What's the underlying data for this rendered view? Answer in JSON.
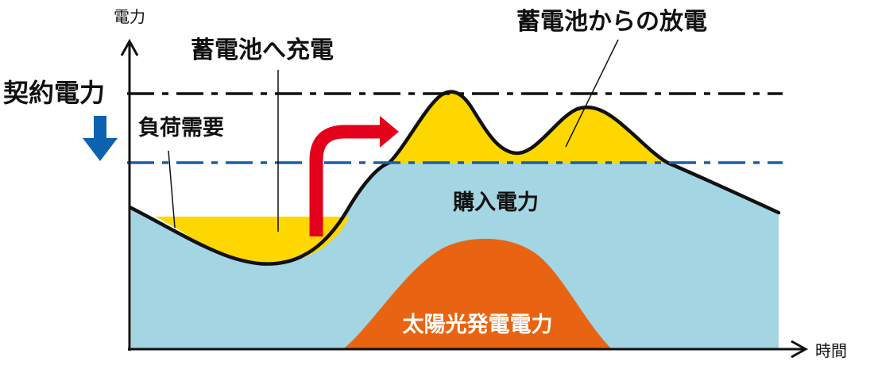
{
  "labels": {
    "y_axis": "電力",
    "x_axis": "時間",
    "contract_power": "契約電力",
    "load_demand": "負荷需要",
    "battery_charge": "蓄電池へ充電",
    "battery_discharge": "蓄電池からの放電",
    "purchased_power": "購入電力",
    "solar_power": "太陽光発電電力"
  },
  "colors": {
    "purchased": "#a3d5e3",
    "battery": "#ffd700",
    "solar": "#e86412",
    "reduce_arrow": "#0b62b0",
    "charge_arrow": "#e3001b",
    "reduced_line": "#1a5fa8",
    "axis": "#111111"
  },
  "icons": {
    "reduction_arrow": "arrow-down-icon",
    "charge_to_discharge_arrow": "curved-arrow-up-right-icon"
  }
}
